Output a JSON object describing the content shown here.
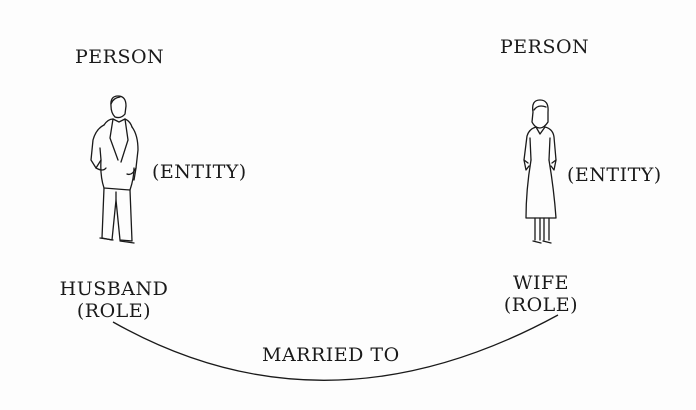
{
  "left": {
    "type_label": "PERSON",
    "entity_label": "(ENTITY)",
    "role_name": "HUSBAND",
    "role_tag": "(ROLE)",
    "figure_icon": "man-figure-icon"
  },
  "right": {
    "type_label": "PERSON",
    "entity_label": "(ENTITY)",
    "role_name": "WIFE",
    "role_tag": "(ROLE)",
    "figure_icon": "woman-figure-icon"
  },
  "relationship": {
    "label": "MARRIED TO"
  },
  "colors": {
    "ink": "#1a1a1a",
    "background": "#fdfdfd"
  }
}
